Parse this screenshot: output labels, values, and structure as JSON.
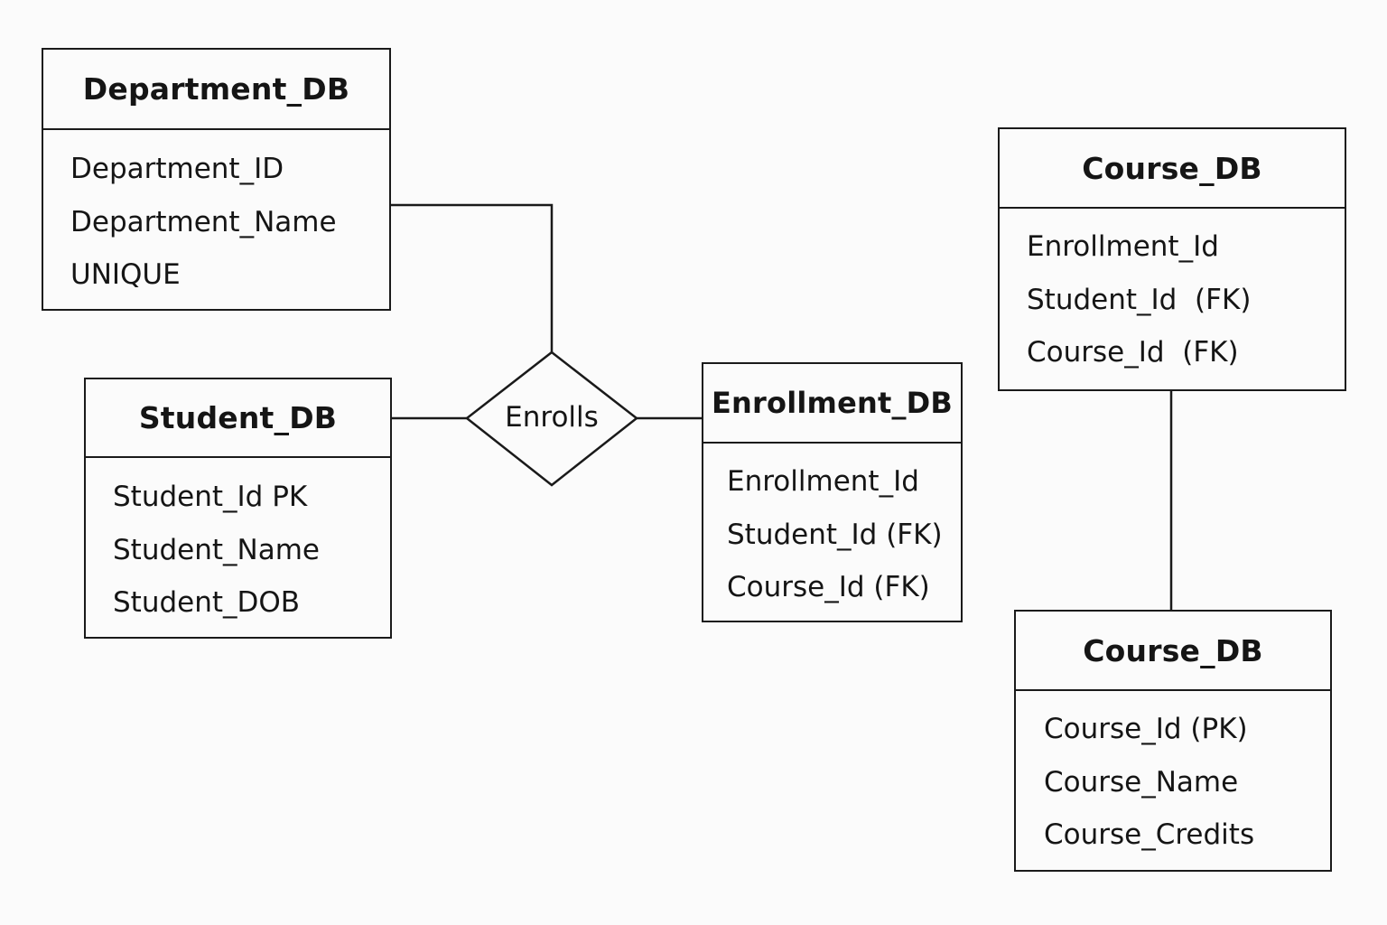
{
  "entities": {
    "department": {
      "title": "Department_DB",
      "attributes": [
        "Department_ID",
        "Department_Name",
        "UNIQUE"
      ]
    },
    "student": {
      "title": "Student_DB",
      "attributes": [
        "Student_Id PK",
        "Student_Name",
        "Student_DOB"
      ]
    },
    "enrollment": {
      "title": "Enrollment_DB",
      "attributes": [
        "Enrollment_Id",
        "Student_Id (FK)",
        "Course_Id (FK)"
      ]
    },
    "course_top": {
      "title": "Course_DB",
      "attributes": [
        "Enrollment_Id",
        "Student_Id  (FK)",
        "Course_Id  (FK)"
      ]
    },
    "course_bottom": {
      "title": "Course_DB",
      "attributes": [
        "Course_Id (PK)",
        "Course_Name",
        "Course_Credits"
      ]
    }
  },
  "relationships": {
    "enrolls": {
      "label": "Enrolls"
    }
  },
  "colors": {
    "stroke": "#1a1a1a",
    "background": "#fbfbfb",
    "text": "#151515"
  }
}
